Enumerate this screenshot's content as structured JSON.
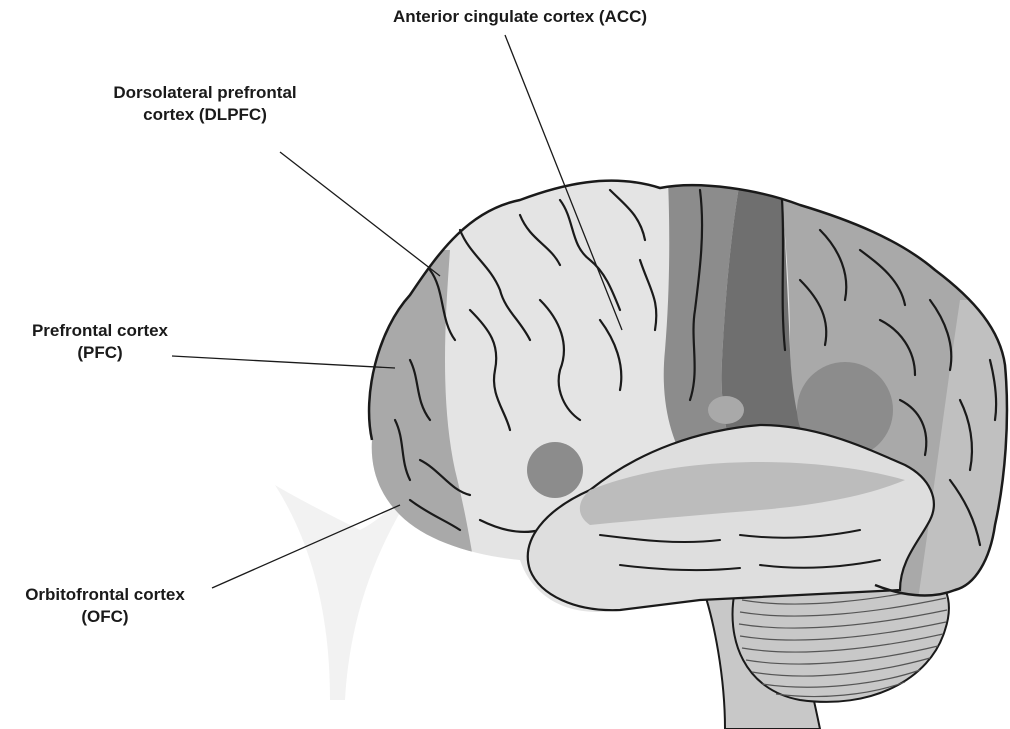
{
  "labels": {
    "acc": {
      "line1": "Anterior cingulate cortex (ACC)"
    },
    "dlpfc": {
      "line1": "Dorsolateral prefrontal",
      "line2": "cortex (DLPFC)"
    },
    "pfc": {
      "line1": "Prefrontal cortex",
      "line2": "(PFC)"
    },
    "ofc": {
      "line1": "Orbitofrontal cortex",
      "line2": "(OFC)"
    }
  },
  "colors": {
    "outline": "#1a1a1a",
    "light_region": "#e4e4e4",
    "mid_region": "#a9a9a9",
    "dark_region": "#8c8c8c",
    "darkest_region": "#6f6f6f",
    "temporal_lobe": "#dedede",
    "cerebellum": "#c8c8c8",
    "watermark": "#f2f2f2"
  },
  "icons": {
    "brain": "brain-illustration-icon"
  }
}
